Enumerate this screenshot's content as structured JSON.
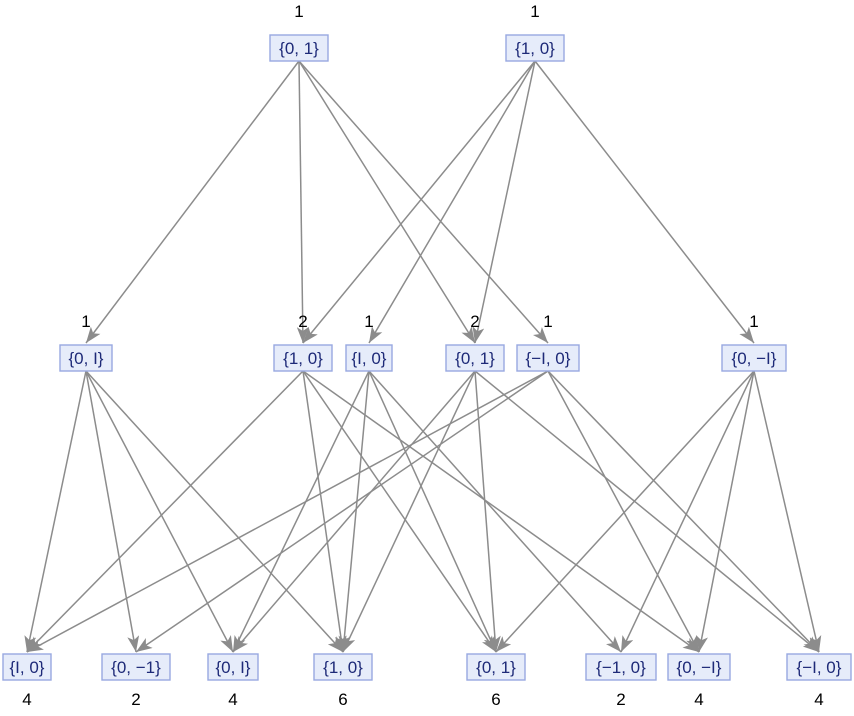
{
  "edge_color": "#8c8c8c",
  "node_fill": "#e6ecfa",
  "node_stroke": "#98a9e0",
  "node_text_color": "#1e2a78",
  "levels": [
    {
      "nodes": [
        {
          "id": "a1",
          "label": "{0, 1}",
          "count": "1"
        },
        {
          "id": "a2",
          "label": "{1, 0}",
          "count": "1"
        }
      ]
    },
    {
      "nodes": [
        {
          "id": "b1",
          "label": "{0, I}",
          "count": "1"
        },
        {
          "id": "b2",
          "label": "{1, 0}",
          "count": "2"
        },
        {
          "id": "b3",
          "label": "{I, 0}",
          "count": "1"
        },
        {
          "id": "b4",
          "label": "{0, 1}",
          "count": "2"
        },
        {
          "id": "b5",
          "label": "{−I, 0}",
          "count": "1"
        },
        {
          "id": "b6",
          "label": "{0, −I}",
          "count": "1"
        }
      ]
    },
    {
      "nodes": [
        {
          "id": "c1",
          "label": "{I, 0}",
          "count": "4"
        },
        {
          "id": "c2",
          "label": "{0, −1}",
          "count": "2"
        },
        {
          "id": "c3",
          "label": "{0, I}",
          "count": "4"
        },
        {
          "id": "c4",
          "label": "{1, 0}",
          "count": "6"
        },
        {
          "id": "c5",
          "label": "{0, 1}",
          "count": "6"
        },
        {
          "id": "c6",
          "label": "{−1, 0}",
          "count": "2"
        },
        {
          "id": "c7",
          "label": "{0, −I}",
          "count": "4"
        },
        {
          "id": "c8",
          "label": "{−I, 0}",
          "count": "4"
        }
      ]
    }
  ],
  "edges": [
    [
      "a1",
      "b1"
    ],
    [
      "a1",
      "b2"
    ],
    [
      "a1",
      "b4"
    ],
    [
      "a1",
      "b5"
    ],
    [
      "a2",
      "b2"
    ],
    [
      "a2",
      "b3"
    ],
    [
      "a2",
      "b4"
    ],
    [
      "a2",
      "b6"
    ],
    [
      "b1",
      "c1"
    ],
    [
      "b1",
      "c2"
    ],
    [
      "b1",
      "c3"
    ],
    [
      "b1",
      "c4"
    ],
    [
      "b2",
      "c1"
    ],
    [
      "b2",
      "c4"
    ],
    [
      "b2",
      "c5"
    ],
    [
      "b2",
      "c7"
    ],
    [
      "b3",
      "c3"
    ],
    [
      "b3",
      "c4"
    ],
    [
      "b3",
      "c5"
    ],
    [
      "b3",
      "c6"
    ],
    [
      "b4",
      "c3"
    ],
    [
      "b4",
      "c4"
    ],
    [
      "b4",
      "c5"
    ],
    [
      "b4",
      "c8"
    ],
    [
      "b5",
      "c1"
    ],
    [
      "b5",
      "c2"
    ],
    [
      "b5",
      "c7"
    ],
    [
      "b5",
      "c8"
    ],
    [
      "b6",
      "c5"
    ],
    [
      "b6",
      "c6"
    ],
    [
      "b6",
      "c7"
    ],
    [
      "b6",
      "c8"
    ]
  ]
}
